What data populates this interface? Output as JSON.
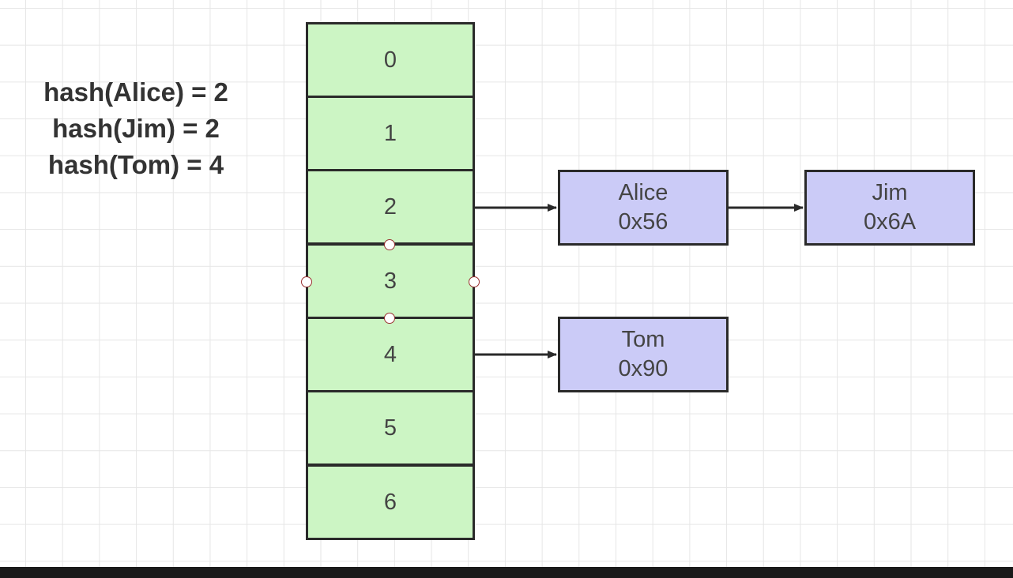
{
  "hash_expressions": [
    "hash(Alice) = 2",
    "hash(Jim) = 2",
    "hash(Tom) = 4"
  ],
  "buckets": [
    "0",
    "1",
    "2",
    "3",
    "4",
    "5",
    "6"
  ],
  "nodes": {
    "alice": {
      "name": "Alice",
      "address": "0x56"
    },
    "jim": {
      "name": "Jim",
      "address": "0x6A"
    },
    "tom": {
      "name": "Tom",
      "address": "0x90"
    }
  },
  "colors": {
    "bucket_fill": "#ccf5c4",
    "node_fill": "#cbcbf7",
    "stroke": "#2a2a2a",
    "grid": "#e6e6e6"
  }
}
